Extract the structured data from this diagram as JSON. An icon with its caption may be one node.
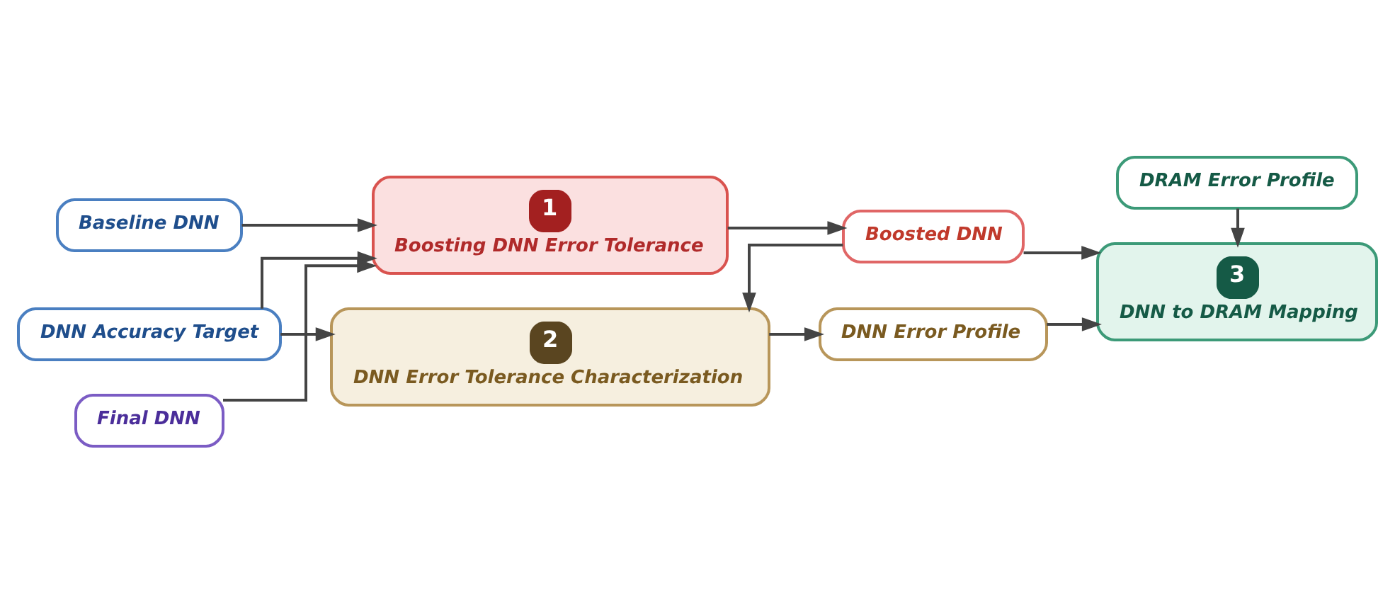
{
  "diagram": {
    "nodes": [
      {
        "text": [
          "Baseline DNN"
        ]
      },
      {
        "text": [
          "DNN Accuracy Target"
        ]
      },
      {
        "text": [
          "1",
          "Boosting DNN Error Tolerance"
        ]
      },
      {
        "text": [
          "Boosted DNN"
        ]
      },
      {
        "text": [
          "2",
          "DNN Error Tolerance Characterization"
        ]
      },
      {
        "text": [
          "DNN Error Profile"
        ]
      },
      {
        "text": [
          "3",
          "DNN to DRAM Mapping"
        ]
      },
      {
        "text": [
          "DRAM Error Profile"
        ]
      },
      {
        "text": [
          "Final DNN"
        ]
      }
    ],
    "edges": [
      {
        "from": 0,
        "to": 2,
        "arrow": "to"
      },
      {
        "from": 1,
        "to": 2,
        "arrow": "to"
      },
      {
        "from": 1,
        "to": 4,
        "arrow": "to"
      },
      {
        "from": 2,
        "to": 3,
        "arrow": "to"
      },
      {
        "from": 3,
        "to": 4,
        "arrow": "to"
      },
      {
        "from": 3,
        "to": 6,
        "arrow": "to"
      },
      {
        "from": 4,
        "to": 5,
        "arrow": "to"
      },
      {
        "from": 5,
        "to": 6,
        "arrow": "to"
      },
      {
        "from": 7,
        "to": 6,
        "arrow": "to"
      },
      {
        "from": 8,
        "to": 2,
        "arrow": "to"
      }
    ]
  }
}
